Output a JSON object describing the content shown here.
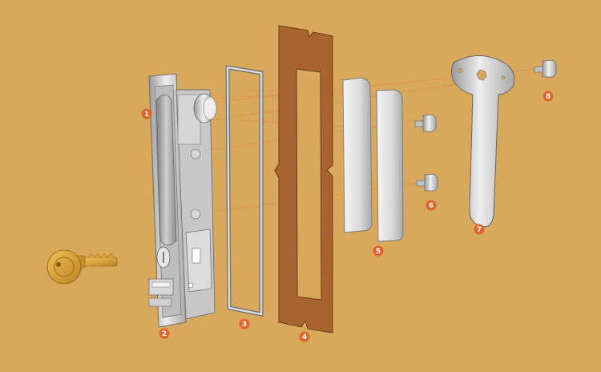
{
  "diagram": {
    "type": "exploded-view",
    "background_color": "#d8a85c",
    "callout_color": "#e0642a",
    "leader_line_color": "#ef7a3c",
    "parts": [
      {
        "id": "part-1",
        "callout": "1",
        "icon": "lock-cylinder-tailpiece"
      },
      {
        "id": "part-2",
        "callout": "2",
        "icon": "swing-handle-housing"
      },
      {
        "id": "part-3",
        "callout": "3",
        "icon": "rubber-gasket"
      },
      {
        "id": "part-4",
        "callout": "4",
        "icon": "panel-cutout"
      },
      {
        "id": "part-5",
        "callout": "5",
        "icon": "backplate"
      },
      {
        "id": "part-6",
        "callout": "6",
        "icon": "mounting-screw"
      },
      {
        "id": "part-7",
        "callout": "7",
        "icon": "cam-latch"
      },
      {
        "id": "part-8",
        "callout": "8",
        "icon": "cam-screw"
      }
    ],
    "key": {
      "icon": "brass-key",
      "color": "#d9a23a"
    }
  }
}
